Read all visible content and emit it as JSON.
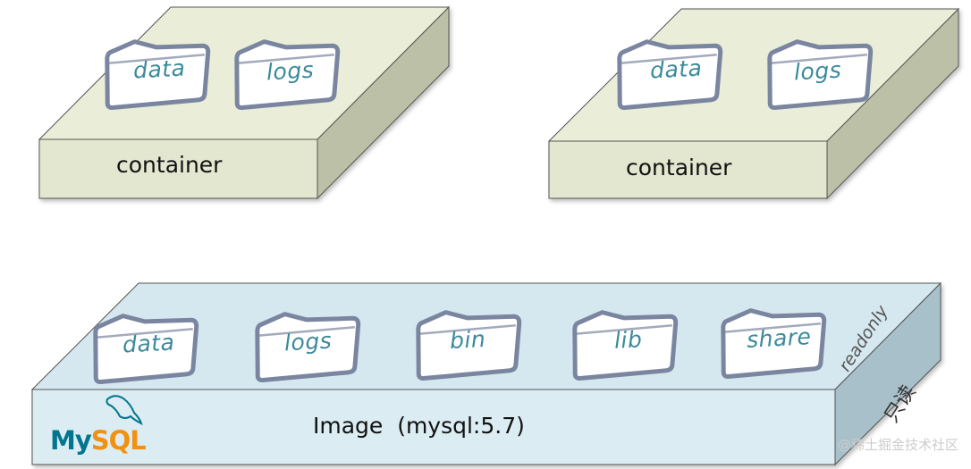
{
  "containers": [
    {
      "label": "container",
      "folders": [
        "data",
        "logs"
      ]
    },
    {
      "label": "container",
      "folders": [
        "data",
        "logs"
      ]
    }
  ],
  "image": {
    "label": "Image  (mysql:5.7)",
    "folders": [
      "data",
      "logs",
      "bin",
      "lib",
      "share"
    ],
    "logo": {
      "my": "My",
      "sql": "SQL"
    },
    "readonly_en": "readonly",
    "readonly_zh": "只读"
  },
  "watermark": "@稀土掘金技术社区",
  "colors": {
    "container_top": "#eaedd8",
    "container_front": "#e4e7cf",
    "container_side": "#bcc0a6",
    "image_top": "#d6e8ef",
    "image_front": "#dbecf3",
    "image_side": "#a8c0ca",
    "folder_text": "#3a8a9a",
    "mysql_blue": "#00758f",
    "mysql_orange": "#f29111"
  }
}
